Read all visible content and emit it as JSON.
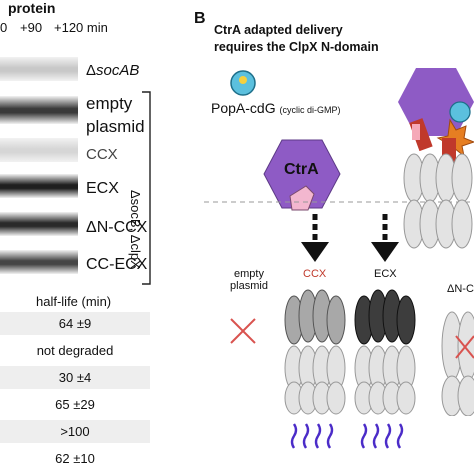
{
  "panel_a": {
    "header_title": "protein",
    "timepoints": [
      "0",
      "+90",
      "+120 min"
    ],
    "blots": [
      {
        "label_prefix": "Δ",
        "label_italic": "socAB",
        "label_plain": "",
        "shade": "#c8c8c8"
      },
      {
        "label_prefix": "",
        "label_italic": "",
        "label_plain": "empty",
        "shade": "#3a3a3a"
      },
      {
        "label_prefix": "",
        "label_italic": "",
        "label_plain": "plasmid",
        "shade": "#3a3a3a"
      },
      {
        "label_prefix": "",
        "label_italic": "",
        "label_plain": "CCX",
        "shade": "#d6d6d6"
      },
      {
        "label_prefix": "",
        "label_italic": "",
        "label_plain": "ECX",
        "shade": "#1f1f1f"
      },
      {
        "label_prefix": "",
        "label_italic": "",
        "label_plain": "ΔN-CCX",
        "shade": "#2a2a2a"
      },
      {
        "label_prefix": "",
        "label_italic": "",
        "label_plain": "CC-ECX",
        "shade": "#454545"
      }
    ],
    "bracket_label": "ΔsocB, ΔclpX",
    "table_header": "half-life (min)",
    "half_lives": [
      "64 ±9",
      "not degraded",
      "30 ±4",
      "65 ±29",
      ">100",
      "62 ±10"
    ]
  },
  "panel_b": {
    "letter": "B",
    "title_line1": "CtrA adapted delivery",
    "title_line2": "requires the ClpX N-domain",
    "popa_label": "PopA-cdG",
    "popa_note": "(cyclic di-GMP)",
    "ctra_label": "CtrA",
    "conditions": [
      {
        "label_line1": "empty",
        "label_line2": "plasmid",
        "color": "#333333"
      },
      {
        "label_line1": "CCX",
        "label_line2": "",
        "color": "#c0392b"
      },
      {
        "label_line1": "ECX",
        "label_line2": "",
        "color": "#333333"
      },
      {
        "label_line1": "ΔN-C",
        "label_line2": "",
        "color": "#333333"
      }
    ],
    "colors": {
      "cross_red": "#d9534f",
      "ctra_purple": "#8e5bc5",
      "popa_cyan": "#5bc0de",
      "peptide_purple": "#4b2cc8"
    }
  }
}
